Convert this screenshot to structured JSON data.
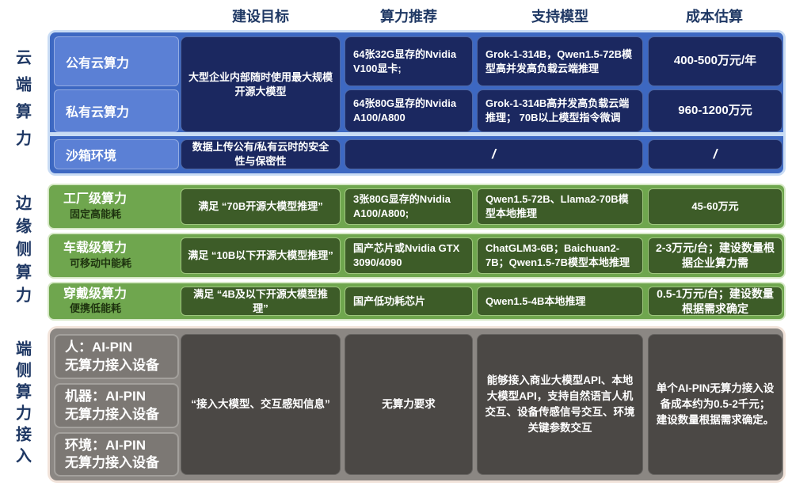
{
  "columns": [
    "建设目标",
    "算力推荐",
    "支持模型",
    "成本估算"
  ],
  "cloud": {
    "side_label": "云端算力",
    "row_labels": [
      "公有云算力",
      "私有云算力",
      "沙箱环境"
    ],
    "goal_merged": "大型企业内部随时使用最大规模开源大模型",
    "goal_row3": "数据上传公有/私有云时的安全性与保密性",
    "compute": [
      "64张32G显存的Nvidia V100显卡;",
      "64张80G显存的Nvidia A100/A800"
    ],
    "models": [
      "Grok-1-314B，Qwen1.5-72B模型高并发高负载云端推理",
      "Grok-1-314B高并发高负载云端推理； 70B以上模型指令微调"
    ],
    "costs": [
      "400-500万元/年",
      "960-1200万元"
    ],
    "slash": "/"
  },
  "edge": {
    "side_label": "边缘侧算力",
    "rows": [
      {
        "label": "工厂级算力",
        "sub": "固定高能耗",
        "goal": "满足 “70B开源大模型推理”",
        "compute": "3张80G显存的Nvidia A100/A800;",
        "models": "Qwen1.5-72B、Llama2-70B模型本地推理",
        "cost": "45-60万元"
      },
      {
        "label": "车载级算力",
        "sub": "可移动中能耗",
        "goal": "满足 “10B以下开源大模型推理”",
        "compute": "国产芯片或Nvidia GTX 3090/4090",
        "models": "ChatGLM3-6B；Baichuan2-7B；Qwen1.5-7B模型本地推理",
        "cost": "2-3万元/台；建设数量根据企业算力需"
      },
      {
        "label": "穿戴级算力",
        "sub": "便携低能耗",
        "goal": "满足 “4B及以下开源大模型推理”",
        "compute": "国产低功耗芯片",
        "models": "Qwen1.5-4B本地推理",
        "cost": "0.5-1万元/台；建设数量根据需求确定"
      }
    ]
  },
  "device": {
    "side_label": "端侧算力接入",
    "row_labels": [
      {
        "line1": "人：AI-PIN",
        "line2": "无算力接入设备"
      },
      {
        "line1": "机器：AI-PIN",
        "line2": "无算力接入设备"
      },
      {
        "line1": "环境：AI-PIN",
        "line2": "无算力接入设备"
      }
    ],
    "goal": "“接入大模型、交互感知信息”",
    "compute": "无算力要求",
    "models": "能够接入商业大模型API、本地大模型API，支持自然语言人机交互、设备传感信号交互、环境关键参数交互",
    "cost": "单个AI-PIN无算力接入设备成本约为0.5-2千元；建设数量根据需求确定。"
  },
  "colors": {
    "header_text": "#1F3864",
    "cloud_frame": "#3D68C2",
    "cloud_frame_border": "#C9DCF4",
    "cloud_row_label": "#5B80D5",
    "cloud_cell": "#1B2860",
    "edge_band": "#6FA64E",
    "edge_band_border": "#D6E8C6",
    "edge_cell": "#3D5C28",
    "edge_sub_text": "#1E330F",
    "device_frame": "#8B8783",
    "device_frame_border": "#F2E4DB",
    "device_row_label": "#7C7874",
    "device_cell": "#4B4845",
    "cell_text": "#FFFFFF"
  }
}
